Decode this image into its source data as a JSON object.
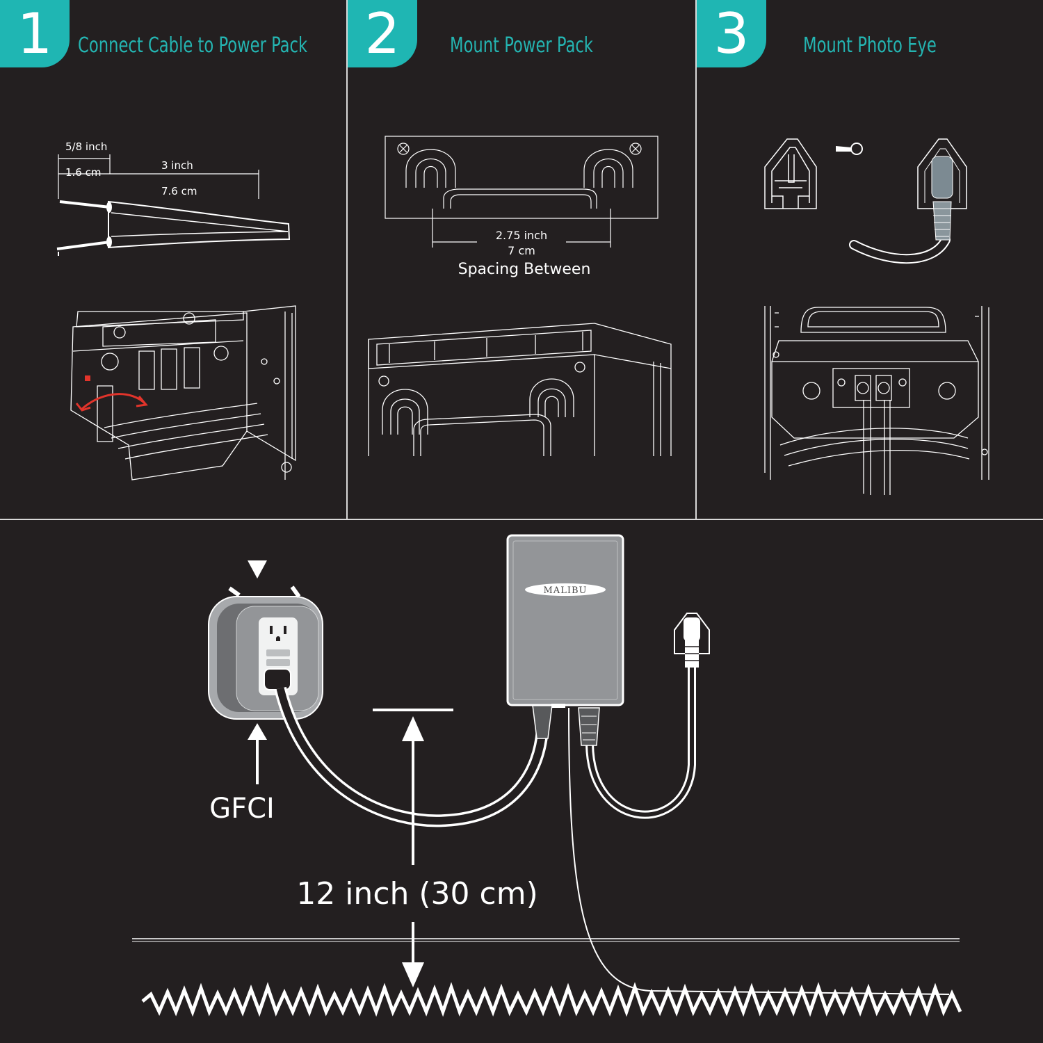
{
  "steps": [
    {
      "number": "1",
      "title": "Connect Cable to Power Pack"
    },
    {
      "number": "2",
      "title": "Mount Power Pack"
    },
    {
      "number": "3",
      "title": "Mount Photo Eye"
    }
  ],
  "step1": {
    "strip_inch": "5/8 inch",
    "strip_cm": "1.6 cm",
    "split_inch": "3 inch",
    "split_cm": "7.6 cm"
  },
  "step2": {
    "spacing_inch": "2.75 inch",
    "spacing_cm": "7 cm",
    "spacing_label": "Spacing Between"
  },
  "bottom": {
    "brand": "MALIBU",
    "gfci_label": "GFCI",
    "height_label": "12 inch (30 cm)"
  },
  "colors": {
    "accent": "#1fb6b3",
    "background": "#231f20",
    "arrow_red": "#e2342b"
  }
}
